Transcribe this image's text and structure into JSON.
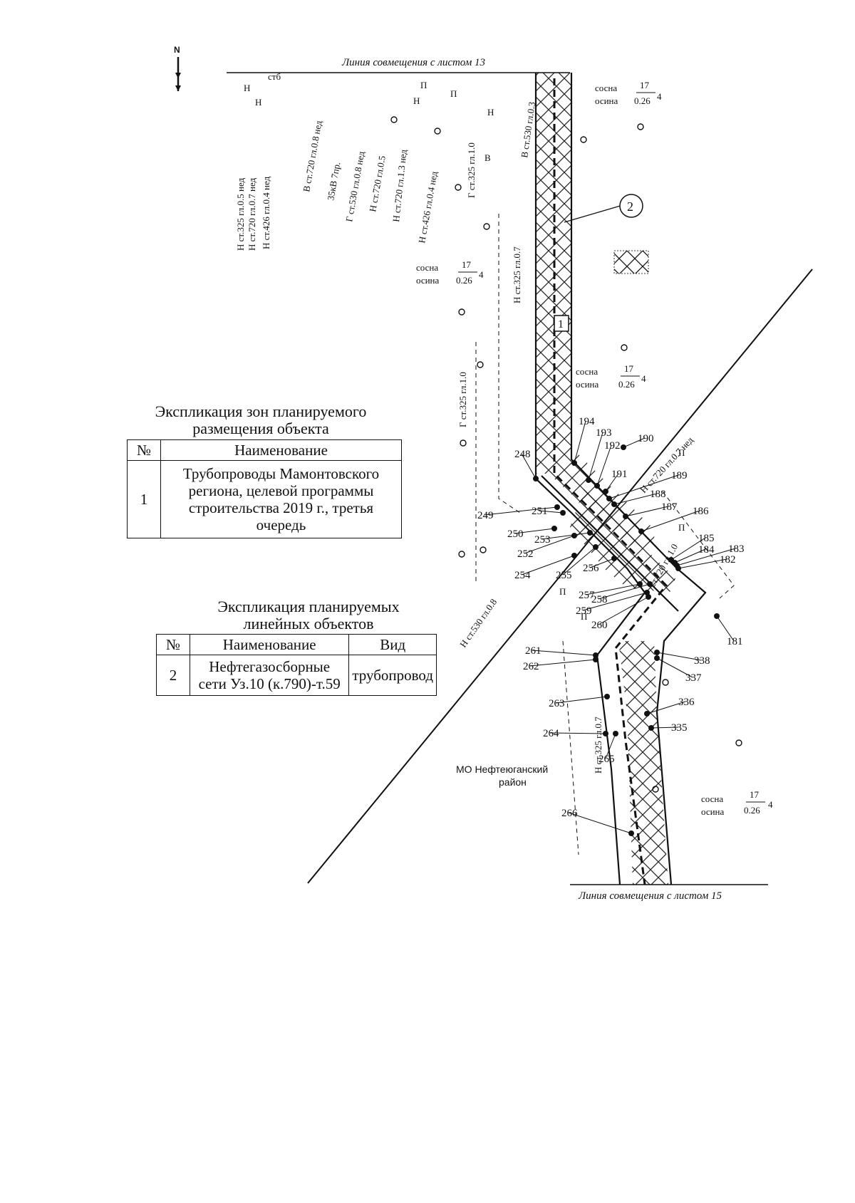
{
  "sheet": {
    "top_line": "Линия совмещения с листом 13",
    "bottom_line": "Линия совмещения с листом 15",
    "north_arrow": "north-arrow-icon"
  },
  "area_label": "МО Нефтеюганский район",
  "zone_table": {
    "title": "Экспликация зон планируемого размещения объекта",
    "headers": [
      "№",
      "Наименование"
    ],
    "rows": [
      {
        "num": "1",
        "name": "Трубопроводы Мамонтовского региона, целевой программы строительства 2019 г., третья очередь"
      }
    ]
  },
  "line_table": {
    "title": "Экспликация планируемых линейных объектов",
    "headers": [
      "№",
      "Наименование",
      "Вид"
    ],
    "rows": [
      {
        "num": "2",
        "name": "Нефтегазосборные сети Уз.10 (к.790)-т.59",
        "kind": "трубопровод"
      }
    ]
  },
  "markers": {
    "zone": "1",
    "line": "2"
  },
  "tree_symbols": [
    {
      "top": "сосна",
      "bottom": "осина",
      "num": "17",
      "den": "0.26",
      "extra": "4"
    },
    {
      "top": "сосна",
      "bottom": "осина",
      "num": "17",
      "den": "0.26",
      "extra": "4"
    },
    {
      "top": "сосна",
      "bottom": "осина",
      "num": "17",
      "den": "0.26",
      "extra": "4"
    },
    {
      "top": "сосна",
      "bottom": "осина",
      "num": "17",
      "den": "0.26",
      "extra": "4"
    }
  ],
  "pipe_labels": [
    "Н ст.325 гл.0.5 нед",
    "Н ст.720 гл.0.7 нед",
    "Н ст.426 гл.0.4 нед",
    "В ст.720 гл.0.8 нед",
    "35кВ 7пр.",
    "Г ст.530 гл.0.8 нед",
    "Н ст.720 гл.0.5",
    "Н ст.720 гл.1.3 нед",
    "Н ст.426 гл.0.4 нед",
    "Г ст.325 гл.1.0",
    "В ст.530 гл.0.3",
    "Н ст.325 гл.0.7",
    "Г ст.325 гл.1.0",
    "Н ст.720 гл.0.7 нед",
    "Н ст.530 гл.0.8",
    "ст.720 гл.1.0",
    "Н ст.325 гл.0.7"
  ],
  "misc_labels": [
    "стб",
    "Н",
    "Н",
    "Н",
    "П",
    "П",
    "Н",
    "В",
    "П",
    "П",
    "П",
    "П"
  ],
  "points": [
    "181",
    "182",
    "183",
    "184",
    "185",
    "186",
    "187",
    "188",
    "189",
    "190",
    "191",
    "192",
    "193",
    "194",
    "248",
    "249",
    "250",
    "251",
    "252",
    "253",
    "254",
    "255",
    "256",
    "257",
    "258",
    "259",
    "260",
    "261",
    "262",
    "263",
    "264",
    "265",
    "266",
    "335",
    "336",
    "337",
    "338"
  ]
}
